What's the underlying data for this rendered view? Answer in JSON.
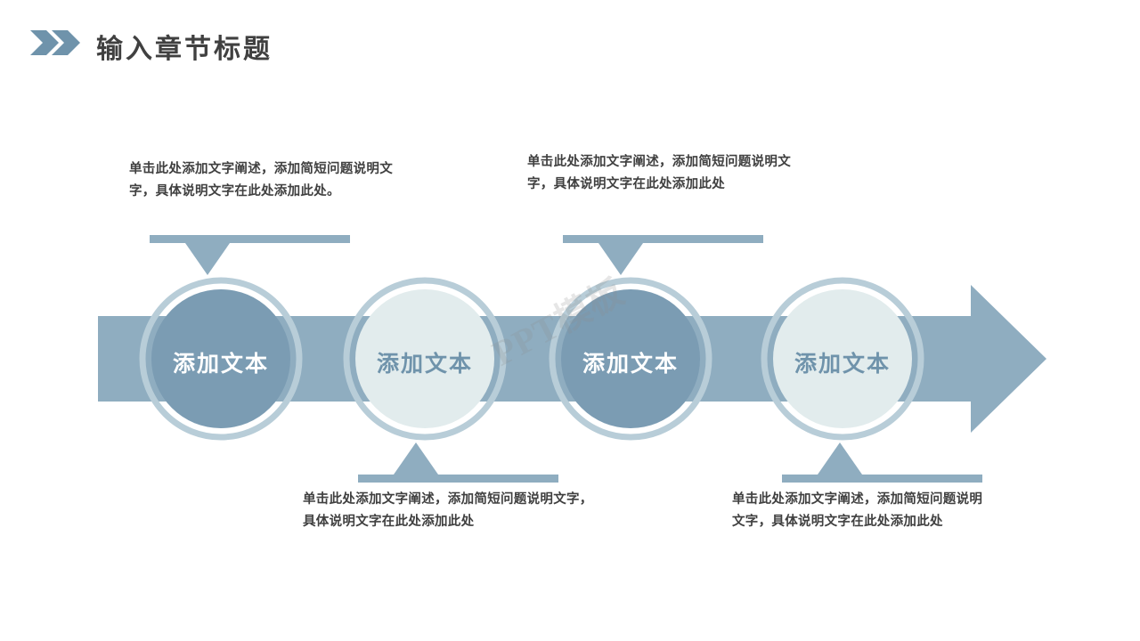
{
  "header": {
    "title": "输入章节标题",
    "chevron_icon": "double-chevron-right-icon",
    "accent_color": "#6f93ab"
  },
  "theme": {
    "arrow_band": "#8fadc0",
    "circle_dark": "#7b9cb3",
    "circle_light": "#e2eced",
    "circle_ring": "#b8cdd8",
    "text_dark": "#404040",
    "label_light": "#ffffff",
    "label_dark": "#6f93ab"
  },
  "watermark": {
    "text": "PPT模板"
  },
  "nodes": [
    {
      "label": "添加文本",
      "style": "dark"
    },
    {
      "label": "添加文本",
      "style": "light"
    },
    {
      "label": "添加文本",
      "style": "dark"
    },
    {
      "label": "添加文本",
      "style": "light"
    }
  ],
  "callouts": [
    {
      "position": "top",
      "text": "单击此处添加文字阐述，添加简短问题说明文字，具体说明文字在此处添加此处。"
    },
    {
      "position": "top",
      "text": "单击此处添加文字阐述，添加简短问题说明文字，具体说明文字在此处添加此处"
    },
    {
      "position": "bottom",
      "text": "单击此处添加文字阐述，添加简短问题说明文字，具体说明文字在此处添加此处"
    },
    {
      "position": "bottom",
      "text": "单击此处添加文字阐述，添加简短问题说明文字，具体说明文字在此处添加此处"
    }
  ]
}
